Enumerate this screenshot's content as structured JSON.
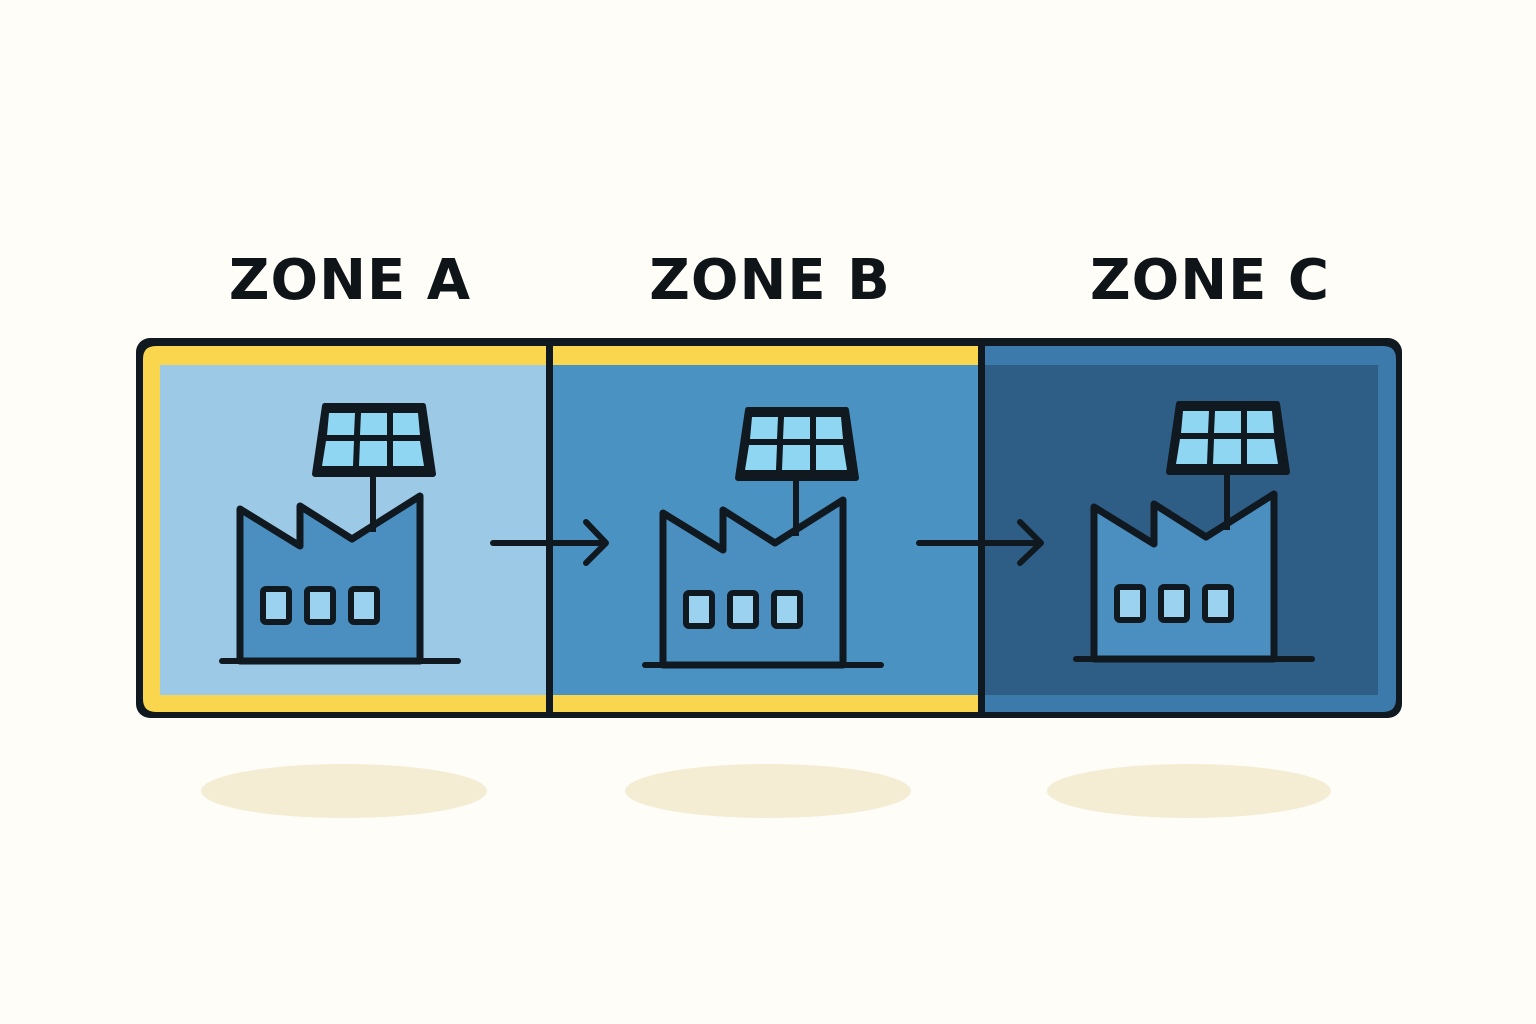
{
  "zones": [
    {
      "label": "ZONE A",
      "fill": "#9bc9e6",
      "border": "#f9d64d"
    },
    {
      "label": "ZONE B",
      "fill": "#4a92c2",
      "border": "#f9d64d"
    },
    {
      "label": "ZONE C",
      "fill": "#2e5d86",
      "border": "#3b7aab"
    }
  ],
  "colors": {
    "outline": "#101820",
    "factory_fill": "#4a8fc0",
    "panel_cell": "#8fd6f2",
    "window_fill": "#9ad2f0",
    "shadow": "#f5ecd4",
    "background": "#fefdf8"
  },
  "icons": [
    "factory-icon",
    "solar-panel-icon",
    "arrow-right-icon"
  ]
}
